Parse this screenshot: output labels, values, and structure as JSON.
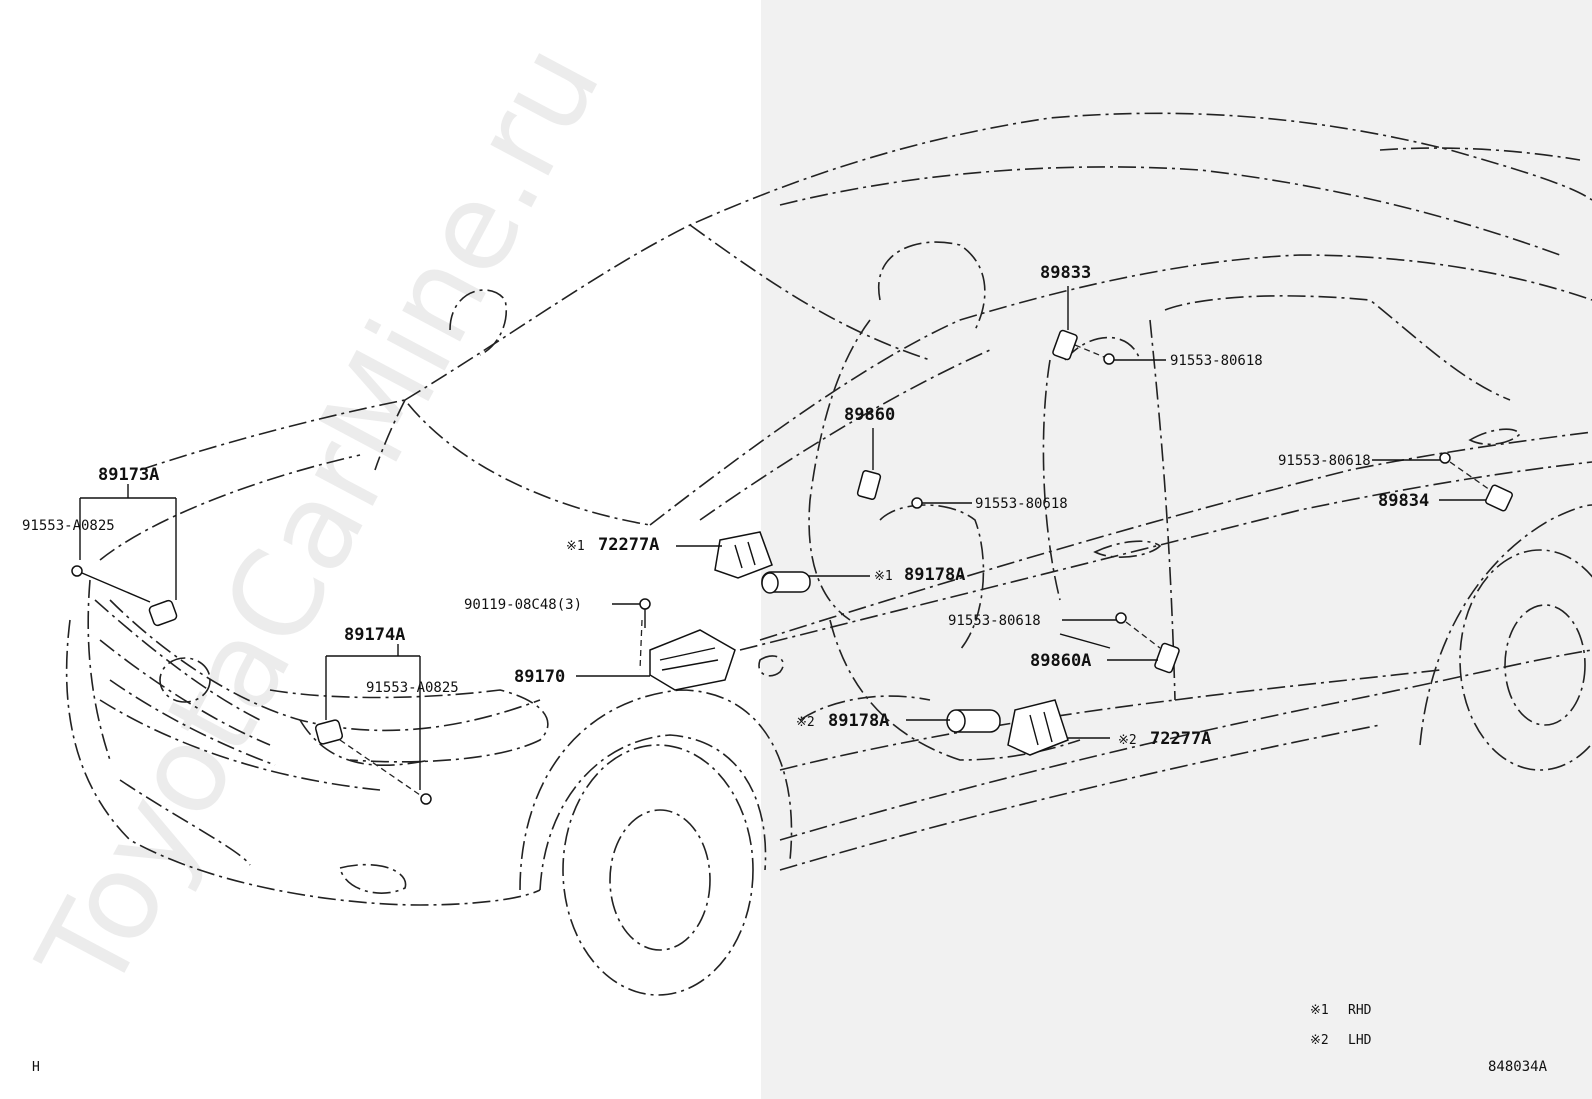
{
  "watermark": "ToyotaCarMine.ru",
  "corner_left": "H",
  "diagram_id": "848034A",
  "legend": [
    {
      "mark": "※1",
      "text": "RHD"
    },
    {
      "mark": "※2",
      "text": "LHD"
    }
  ],
  "labels": {
    "p89173A": "89173A",
    "p91553A0825_a": "91553-A0825",
    "p89174A": "89174A",
    "p91553A0825_b": "91553-A0825",
    "p89170": "89170",
    "p90119": "90119-08C48(3)",
    "p72277A_1": "72277A",
    "p72277A_1_mark": "※1",
    "p89178A_1": "89178A",
    "p89178A_1_mark": "※1",
    "p89860": "89860",
    "p91553_80618_a": "91553-80618",
    "p89833": "89833",
    "p91553_80618_b": "91553-80618",
    "p91553_80618_c": "91553-80618",
    "p89834": "89834",
    "p91553_80618_d": "91553-80618",
    "p89860A": "89860A",
    "p89178A_2": "89178A",
    "p89178A_2_mark": "※2",
    "p72277A_2": "72277A",
    "p72277A_2_mark": "※2"
  }
}
